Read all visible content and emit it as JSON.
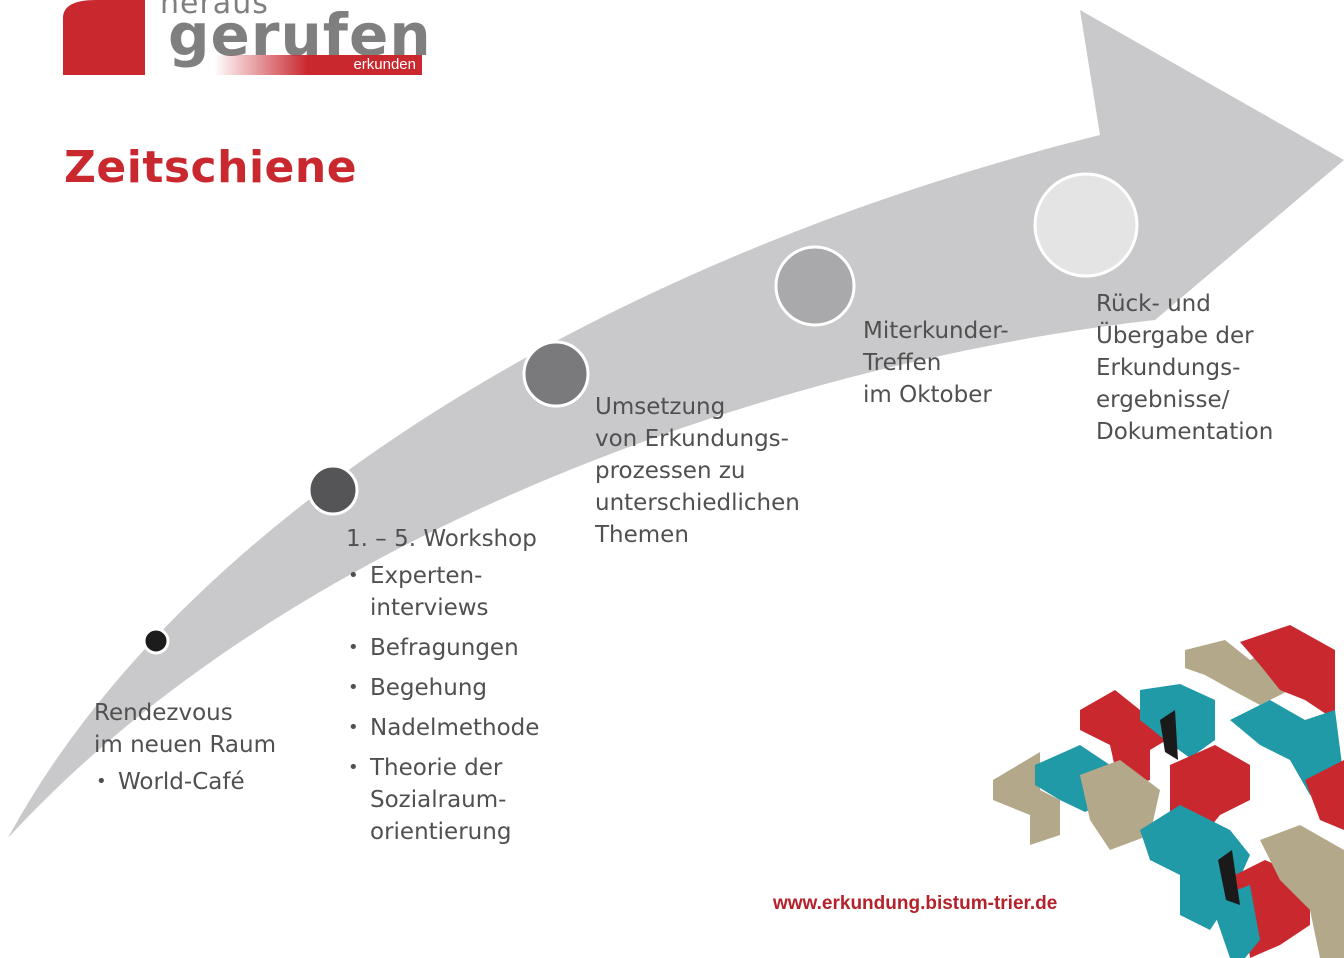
{
  "logo": {
    "small_text": "heraus",
    "big_text": "gerufen",
    "tag_text": "erkunden",
    "red": "#c9282f",
    "grey": "#7f7f7f"
  },
  "title": "Zeitschiene",
  "arrow_color": "#c9c9cb",
  "stages": [
    {
      "label": "Rendezvous\nim neuen Raum",
      "items": [
        "World-Café"
      ],
      "marker_color": "#1c1c1c"
    },
    {
      "label": "1. – 5. Workshop",
      "items": [
        "Experten-\ninterviews",
        "Befragungen",
        "Begehung",
        "Nadelmethode",
        "Theorie der\nSozialraum-\norientierung"
      ],
      "marker_color": "#555557"
    },
    {
      "label": "Umsetzung\nvon Erkundungs-\nprozessen zu\nunterschiedlichen\nThemen",
      "items": [],
      "marker_color": "#7a7a7c"
    },
    {
      "label": "Miterkunder-\nTreffen\nim Oktober",
      "items": [],
      "marker_color": "#a9a9ab"
    },
    {
      "label": "Rück- und\nÜbergabe der\nErkundungs-\nergebnisse/\nDokumentation",
      "items": [],
      "marker_color": "#e4e4e5"
    }
  ],
  "url": "www.erkundung.bistum-trier.de",
  "pattern_colors": {
    "red": "#c9282f",
    "teal": "#1f9aa6",
    "khaki": "#b4a88a",
    "dark": "#1a1a1a"
  }
}
